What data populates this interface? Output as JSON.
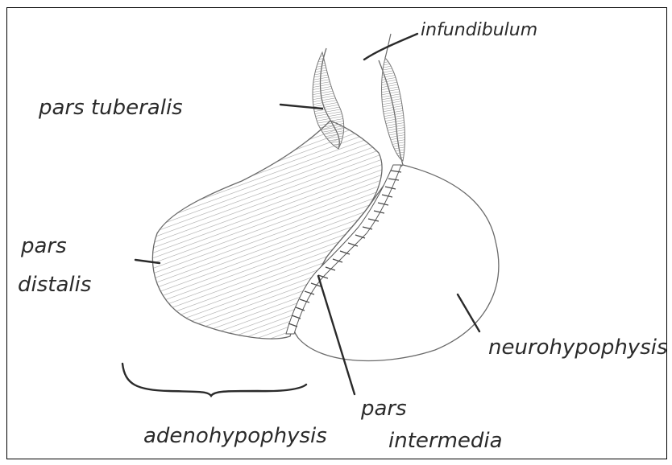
{
  "diagram": {
    "labels": {
      "infundibulum": "infundibulum",
      "pars_tuberalis": "pars tuberalis",
      "pars_distalis_line1": "pars",
      "pars_distalis_line2": "distalis",
      "neurohypophysis": "neurohypophysis",
      "pars_intermedia_line1": "pars",
      "pars_intermedia_line2": "intermedia",
      "adenohypophysis": "adenohypophysis"
    },
    "colors": {
      "outline": "#6a6a6a",
      "shading": "#9a9a9a",
      "text": "#2a2a2a",
      "frame": "#000000"
    }
  }
}
